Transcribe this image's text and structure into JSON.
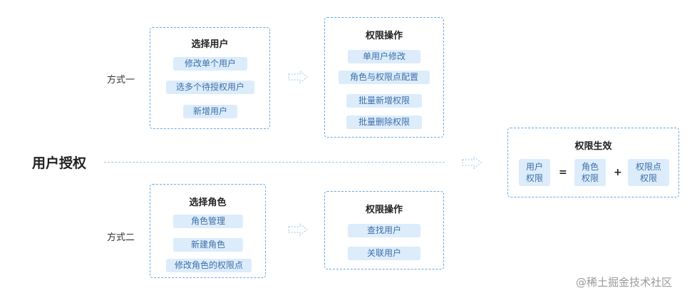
{
  "main_label": "用户授权",
  "method1": {
    "label": "方式一",
    "select_box": {
      "title": "选择用户",
      "items": [
        "修改单个用户",
        "选多个待授权用户",
        "新增用户"
      ]
    },
    "op_box": {
      "title": "权限操作",
      "items": [
        "单用户修改",
        "角色与权限点配置",
        "批量新增权限",
        "批量删除权限"
      ]
    }
  },
  "method2": {
    "label": "方式二",
    "select_box": {
      "title": "选择角色",
      "items": [
        "角色管理",
        "新建角色",
        "修改角色的权限点"
      ]
    },
    "op_box": {
      "title": "权限操作",
      "items": [
        "查找用户",
        "关联用户"
      ]
    }
  },
  "effect_box": {
    "title": "权限生效",
    "term1": [
      "用户",
      "权限"
    ],
    "equals": "=",
    "term2": [
      "角色",
      "权限"
    ],
    "plus": "+",
    "term3": [
      "权限点",
      "权限"
    ]
  },
  "watermark": "@稀土掘金技术社区",
  "colors": {
    "border": "#6aa9e2",
    "pill_bg": "#dcecfb",
    "pill_text": "#3e6fa8",
    "arrow": "#b9d8f2"
  }
}
